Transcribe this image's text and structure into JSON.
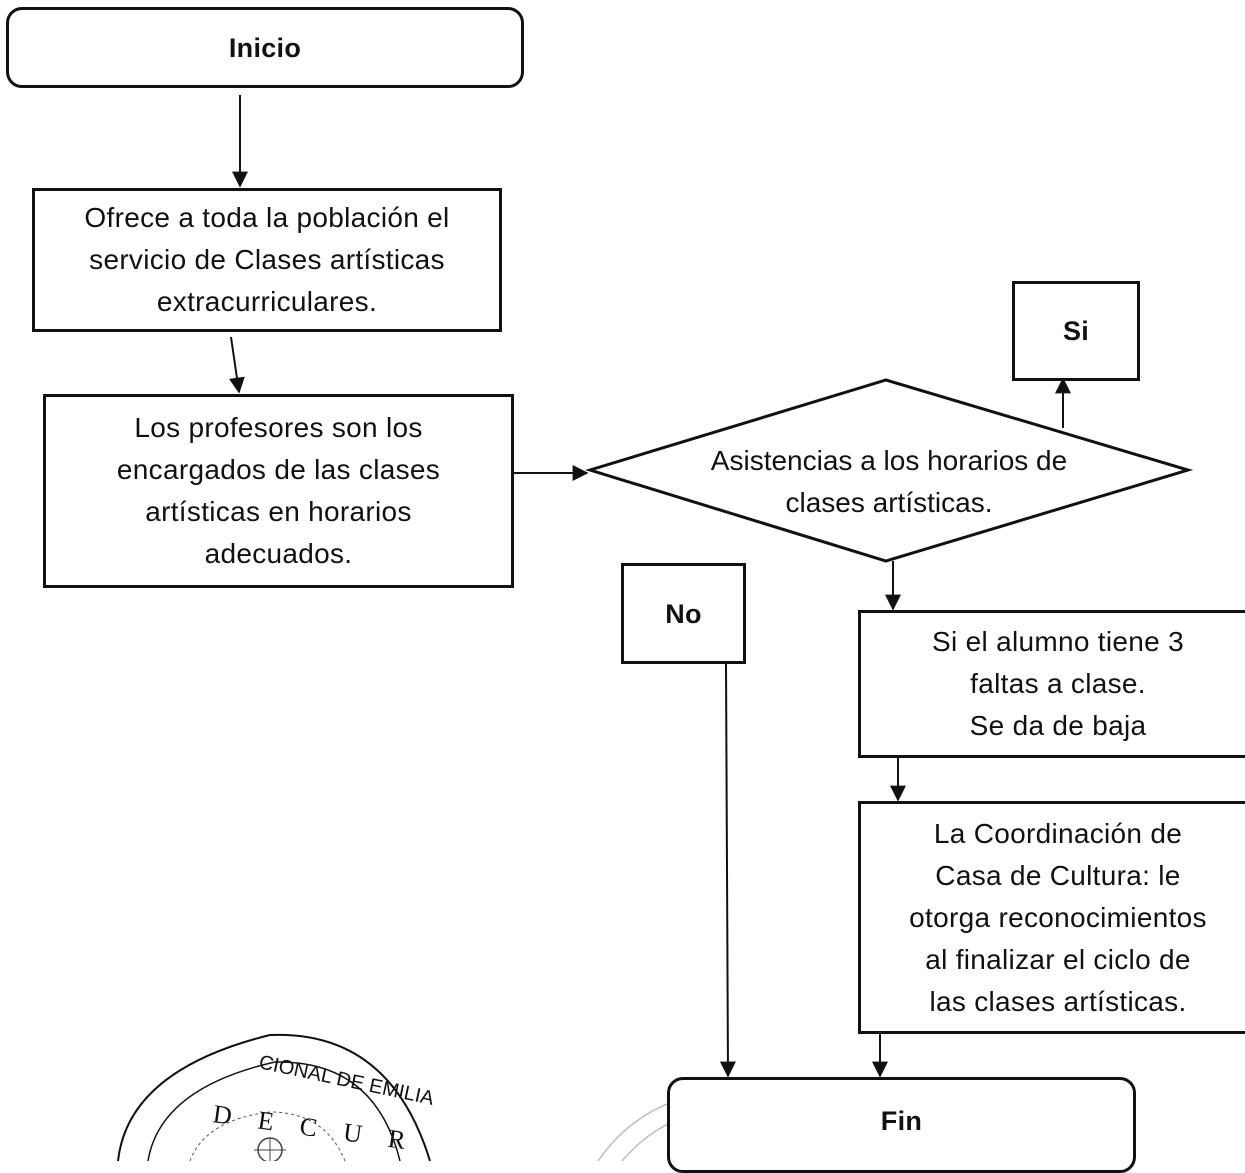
{
  "flowchart": {
    "start": "Inicio",
    "step1": "Ofrece a toda la población el\nservicio de Clases artísticas\nextracurriculares.",
    "step2": "Los profesores son los\nencargados de las clases\nartísticas en horarios\nadecuados.",
    "decision": "Asistencias a los horarios de\nclases artísticas.",
    "yes_label": "Si",
    "no_label": "No",
    "step3": "Si el alumno tiene 3\nfaltas a clase.\nSe da de baja",
    "step4": "La Coordinación de\nCasa de Cultura: le\notorga reconocimientos\nal finalizar el ciclo de\nlas clases artísticas.",
    "end": "Fin"
  },
  "seal": {
    "text_top": "CIONAL DE EMILIA",
    "text_mid": "D E C U R"
  }
}
